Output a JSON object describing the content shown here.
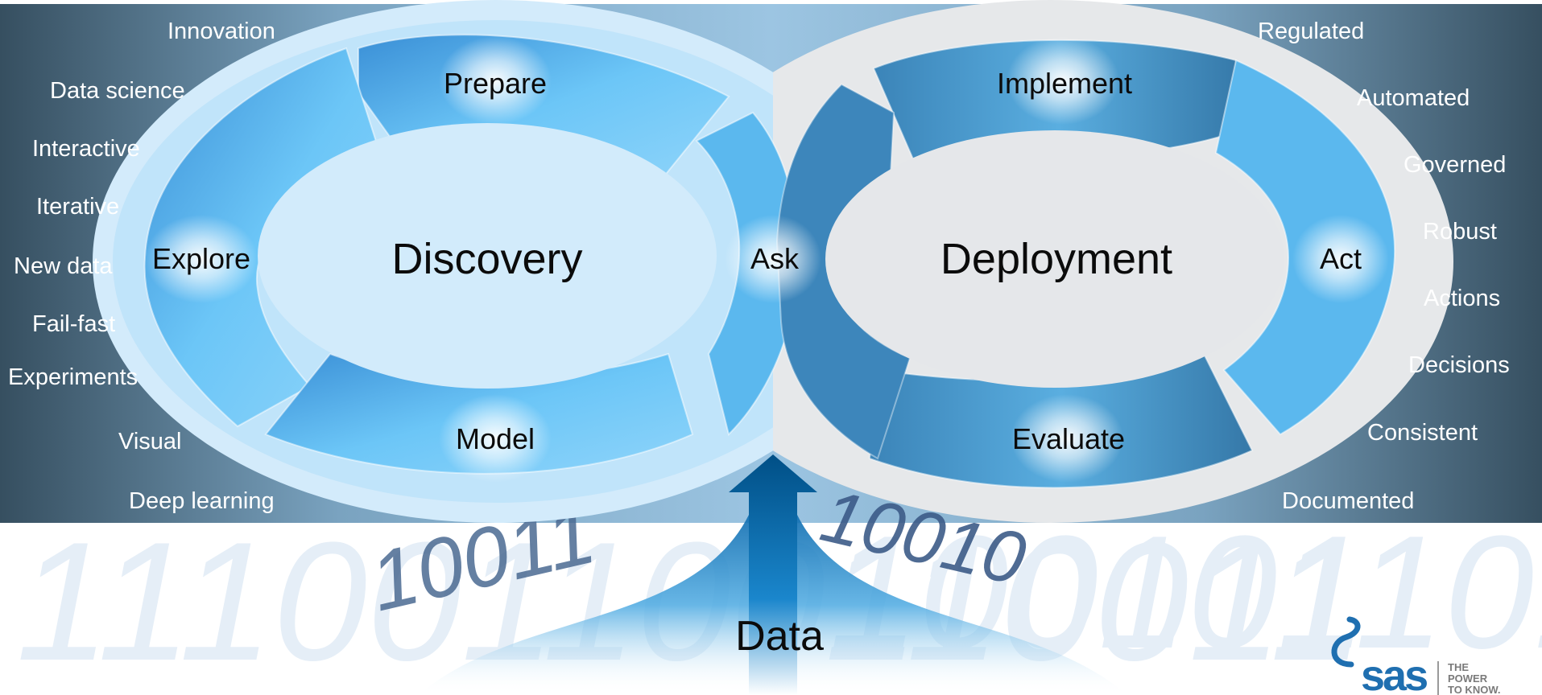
{
  "discovery": {
    "center_label": "Discovery",
    "steps": {
      "prepare": "Prepare",
      "explore": "Explore",
      "model": "Model",
      "ask": "Ask"
    },
    "attributes": [
      "Innovation",
      "Data science",
      "Interactive",
      "Iterative",
      "New data",
      "Fail-fast",
      "Experiments",
      "Visual",
      "Deep learning"
    ]
  },
  "deployment": {
    "center_label": "Deployment",
    "steps": {
      "implement": "Implement",
      "act": "Act",
      "evaluate": "Evaluate"
    },
    "attributes": [
      "Regulated",
      "Automated",
      "Governed",
      "Robust",
      "Actions",
      "Decisions",
      "Consistent",
      "Documented"
    ]
  },
  "data_flow": {
    "label": "Data",
    "binary_left": "111001100110011",
    "binary_right": "1001011010100110"
  },
  "logo": {
    "brand": "sas",
    "tagline": [
      "THE",
      "POWER",
      "TO KNOW."
    ]
  },
  "colors": {
    "background_dark": "#2f4a5c",
    "background_light": "#7fa7c3",
    "discovery_fill": "#cfe9fb",
    "discovery_segment": "#5fb9f0",
    "deployment_fill": "#e4e6e8",
    "deployment_segment": "#3f8fc4",
    "arrow": "#0b5e94",
    "binary_text": "#2c4a7a"
  }
}
